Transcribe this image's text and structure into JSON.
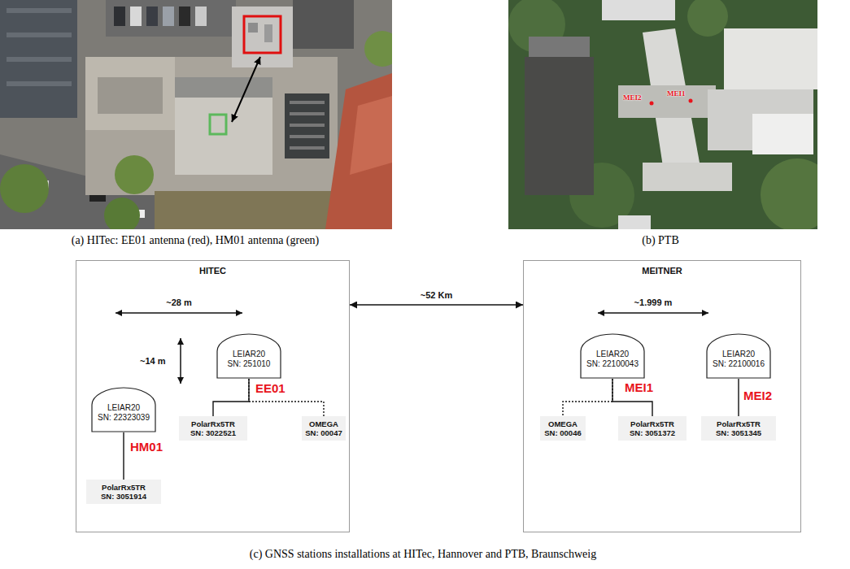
{
  "diagram": {
    "caption": "(c) GNSS stations installations at HITec, Hannover and PTB, Braunschweig",
    "nodes": [
      {
        "text": [
          "HITEC"
        ]
      },
      {
        "text": [
          "MEITNER"
        ]
      },
      {
        "text": [
          "LEIAR20",
          "SN: 22323039"
        ],
        "in": 0
      },
      {
        "text": [
          "PolarRx5TR",
          "SN: 3051914"
        ],
        "in": 0
      },
      {
        "text": [
          "LEIAR20",
          "SN: 251010"
        ],
        "in": 0
      },
      {
        "text": [
          "PolarRx5TR",
          "SN: 3022521"
        ],
        "in": 0
      },
      {
        "text": [
          "OMEGA",
          "SN: 00047"
        ],
        "in": 0
      },
      {
        "text": [
          "LEIAR20",
          "SN: 22100043"
        ],
        "in": 1
      },
      {
        "text": [
          "OMEGA",
          "SN: 00046"
        ],
        "in": 1
      },
      {
        "text": [
          "PolarRx5TR",
          "SN: 3051372"
        ],
        "in": 1
      },
      {
        "text": [
          "LEIAR20",
          "SN: 22100016"
        ],
        "in": 1
      },
      {
        "text": [
          "PolarRx5TR",
          "SN: 3051345"
        ],
        "in": 1
      }
    ],
    "edges": [
      {
        "from": 0,
        "to": 1,
        "label": "~52 Km",
        "arrow": "both"
      },
      {
        "from": 2,
        "to": 3,
        "arrow": "none"
      },
      {
        "from": 4,
        "to": 5,
        "arrow": "none"
      },
      {
        "from": 4,
        "to": 6,
        "arrow": "none"
      },
      {
        "from": 7,
        "to": 8,
        "arrow": "none"
      },
      {
        "from": 7,
        "to": 9,
        "arrow": "none"
      },
      {
        "from": 10,
        "to": 11,
        "arrow": "none"
      }
    ],
    "labels": [
      "(a) HITec: EE01 antenna (red), HM01 antenna (green)",
      "(b) PTB",
      "MEI2",
      "MEI1",
      "~28 m",
      "~14 m",
      "HM01",
      "EE01",
      "~1.999 m",
      "MEI1",
      "MEI2"
    ]
  }
}
